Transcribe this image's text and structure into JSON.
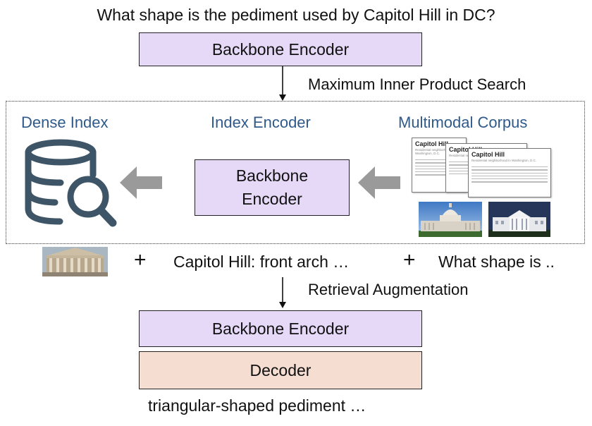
{
  "question": "What shape is the pediment used by Capitol Hill in DC?",
  "top_encoder": {
    "label": "Backbone Encoder"
  },
  "search_label": "Maximum Inner Product Search",
  "index_section": {
    "dense_index": {
      "label": "Dense Index"
    },
    "index_encoder": {
      "label": "Index Encoder",
      "box_label_1": "Backbone",
      "box_label_2": "Encoder"
    },
    "multimodal_corpus": {
      "label": "Multimodal Corpus",
      "docs": [
        {
          "title": "Capitol Hill",
          "subtitle": "Residential neighborhood in Washington, D.C."
        },
        {
          "title": "Capitol Hill",
          "subtitle": "Residential neighborhood in Washington, D.C."
        },
        {
          "title": "Capitol Hill",
          "subtitle": "Residential neighborhood in Washington, D.C."
        }
      ]
    }
  },
  "retrieved_row": {
    "plus_1": "+",
    "text_passage": "Capitol Hill: front arch …",
    "plus_2": "+",
    "query_passage": "What shape is .."
  },
  "augmentation_label": "Retrieval Augmentation",
  "bottom_encoder": {
    "label": "Backbone Encoder"
  },
  "decoder": {
    "label": "Decoder"
  },
  "output": "triangular-shaped pediment …",
  "colors": {
    "encoder_fill": "#e5d9f7",
    "decoder_fill": "#f6ddd2",
    "section_label": "#2f5a8a",
    "icon": "#3d5566",
    "arrow_gray": "#9a9a9a"
  }
}
